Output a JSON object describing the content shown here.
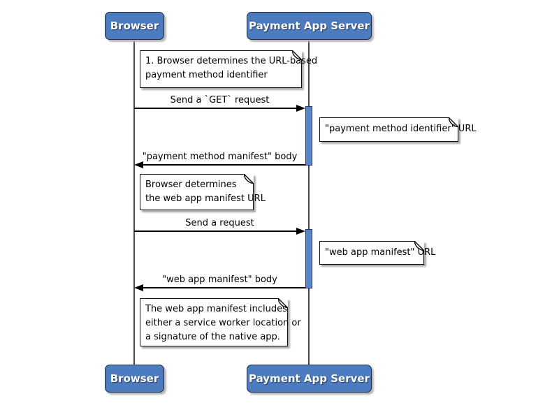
{
  "participants": {
    "browser": {
      "label": "Browser"
    },
    "server": {
      "label": "Payment App Server"
    }
  },
  "messages": {
    "get_request": {
      "label": "Send a `GET` request",
      "direction": "right"
    },
    "pmm_body": {
      "label": "\"payment method manifest\" body",
      "direction": "left"
    },
    "send_request": {
      "label": "Send a request",
      "direction": "right"
    },
    "wam_body": {
      "label": "\"web app manifest\" body",
      "direction": "left"
    }
  },
  "notes": {
    "determine_pmi": {
      "lines": [
        "1. Browser determines the URL-based",
        "payment method identifier"
      ]
    },
    "pmi_url": {
      "lines": [
        "\"payment method identifier\" URL"
      ]
    },
    "determine_wam": {
      "lines": [
        "Browser determines",
        "the web app manifest URL"
      ]
    },
    "wam_url": {
      "lines": [
        "\"web app manifest\" URL"
      ]
    },
    "wam_contents": {
      "lines": [
        "The web app manifest includes",
        "either a service worker location or",
        "a signature of the native app."
      ]
    }
  },
  "colors": {
    "participant_fill": "#4d7bc0",
    "participant_border": "#1d2b45",
    "activation_fill": "#5b84c8",
    "activation_border": "#23375a",
    "note_fill": "#ffffff",
    "arrow": "#000000",
    "lifeline": "#4a4a4a"
  }
}
